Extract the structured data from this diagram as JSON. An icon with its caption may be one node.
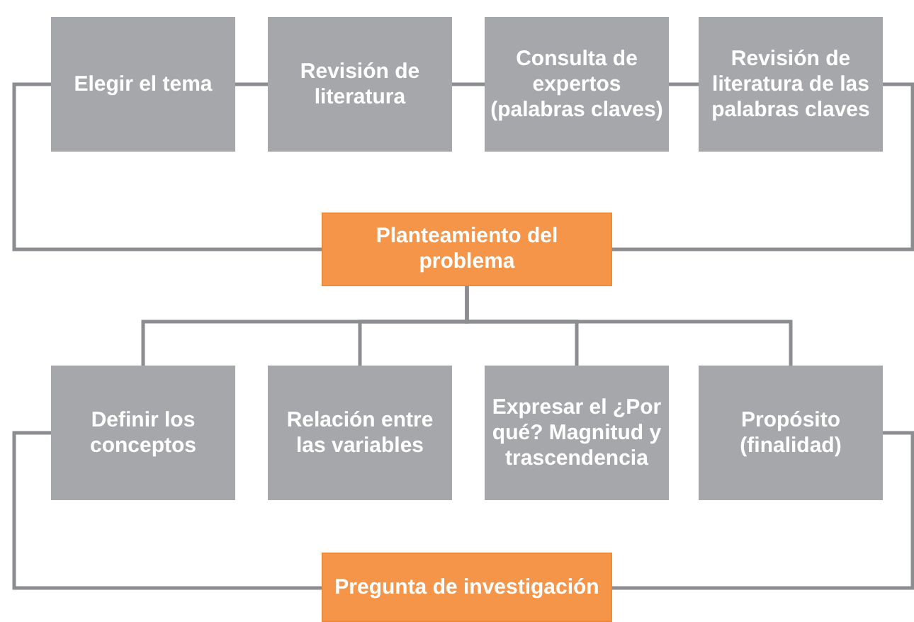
{
  "diagram": {
    "nodes": [
      {
        "text": [
          "Elegir el tema"
        ]
      },
      {
        "text": [
          "Revisión de literatura"
        ]
      },
      {
        "text": [
          "Consulta de expertos (palabras claves)"
        ]
      },
      {
        "text": [
          "Revisión de literatura de las palabras claves"
        ]
      },
      {
        "text": [
          "Planteamiento del problema"
        ]
      },
      {
        "text": [
          "Definir los conceptos"
        ]
      },
      {
        "text": [
          "Relación entre las variables"
        ]
      },
      {
        "text": [
          "Expresar el ¿Por qué? Magnitud y trascendencia"
        ]
      },
      {
        "text": [
          "Propósito (finalidad)"
        ]
      },
      {
        "text": [
          "Pregunta de investigación"
        ]
      }
    ],
    "edges": [
      {
        "from": 0,
        "to": 1,
        "arrow": "none"
      },
      {
        "from": 1,
        "to": 2,
        "arrow": "none"
      },
      {
        "from": 2,
        "to": 3,
        "arrow": "none"
      },
      {
        "from": 0,
        "to": 4,
        "arrow": "none"
      },
      {
        "from": 3,
        "to": 4,
        "arrow": "none"
      },
      {
        "from": 4,
        "to": 5,
        "arrow": "none"
      },
      {
        "from": 4,
        "to": 6,
        "arrow": "none"
      },
      {
        "from": 4,
        "to": 7,
        "arrow": "none"
      },
      {
        "from": 4,
        "to": 8,
        "arrow": "none"
      },
      {
        "from": 5,
        "to": 9,
        "arrow": "none"
      },
      {
        "from": 8,
        "to": 9,
        "arrow": "none"
      }
    ]
  }
}
